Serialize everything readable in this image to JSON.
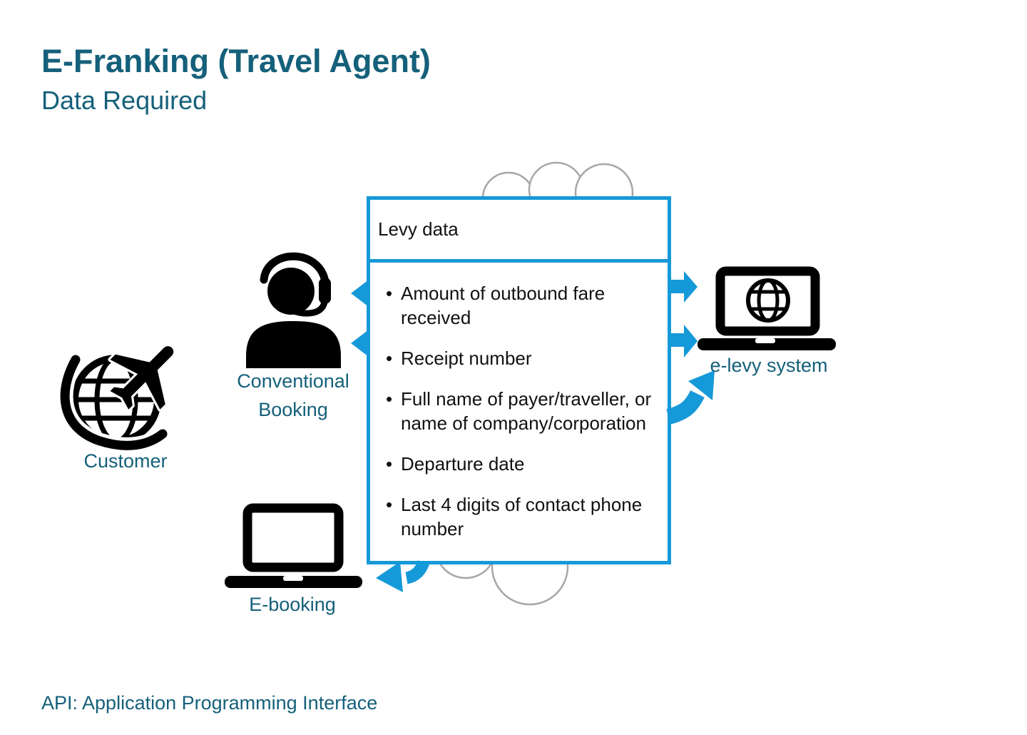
{
  "slide": {
    "title": "E-Franking (Travel Agent)",
    "subtitle": "Data Required",
    "footer": "API: Application Programming Interface"
  },
  "levy_box": {
    "header": "Levy data",
    "bullets": [
      "Amount of outbound fare received",
      "Receipt number",
      "Full name of payer/traveller, or name of company/corporation",
      "Departure date",
      "Last 4 digits of contact phone number"
    ]
  },
  "nodes": {
    "customer": {
      "label": "Customer",
      "icon": "globe-airplane-icon"
    },
    "conventional_booking": {
      "label": "Conventional Booking",
      "icon": "agent-headset-icon"
    },
    "e_booking": {
      "label": "E-booking",
      "icon": "laptop-icon"
    },
    "e_levy_system": {
      "label": "e-levy system",
      "icon": "laptop-globe-icon"
    }
  },
  "connectors": {
    "into_box_from_conventional": 2,
    "box_to_elevy_straight": 2,
    "box_to_elevy_bent": 1,
    "box_to_ebooking_curved": 1
  },
  "colors": {
    "accent_blue": "#1699D8",
    "teal_text": "#15607A",
    "cloud_gray": "#A6A6A6",
    "icon_black": "#000000",
    "box_background": "#FFFFFF",
    "body_text": "#111111"
  }
}
